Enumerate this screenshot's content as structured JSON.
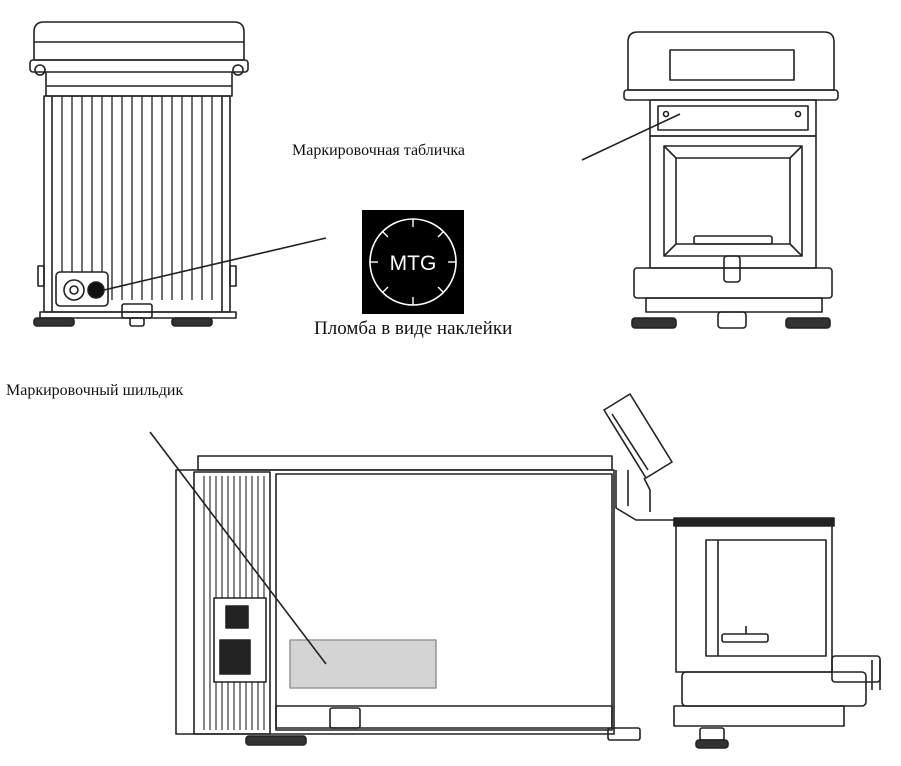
{
  "labels": {
    "marking_plate": "Маркировочная табличка",
    "seal_sticker": "Пломба в виде наклейки",
    "marking_nameplate": "Маркировочный шильдик"
  },
  "seal": {
    "text": "MTG"
  },
  "colors": {
    "line": "#222222",
    "gray_panel": "#d4d4d4",
    "seal_bg": "#000000",
    "seal_fg": "#ffffff"
  }
}
